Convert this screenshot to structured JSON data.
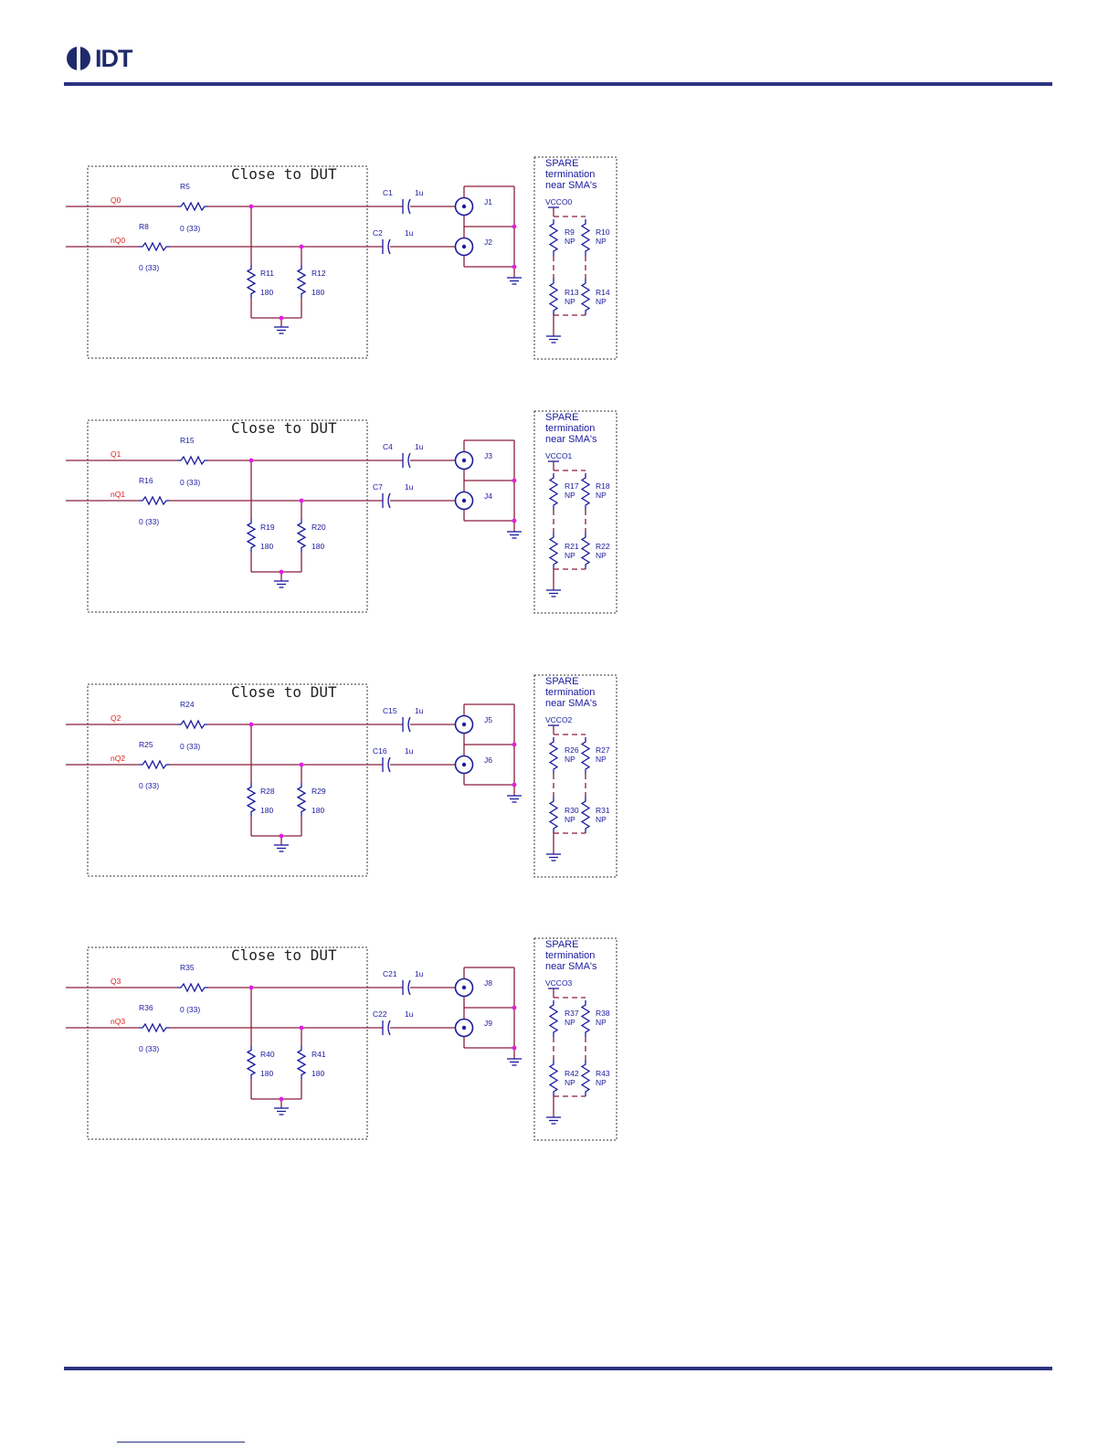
{
  "header": {
    "logo_text": "IDT"
  },
  "close_label": "Close to DUT",
  "spare_lines": [
    "SPARE",
    "termination",
    "near SMA's"
  ],
  "blocks": [
    {
      "q": "Q0",
      "nq": "nQ0",
      "r_top": "R5",
      "r_top_val": "0 (33)",
      "r_bot": "R8",
      "r_bot_val": "0 (33)",
      "r_sh1": "R11",
      "r_sh1_val": "180",
      "r_sh2": "R12",
      "r_sh2_val": "180",
      "c_top": "C1",
      "c_top_val": "1u",
      "c_bot": "C2",
      "c_bot_val": "1u",
      "j_top": "J1",
      "j_bot": "J2",
      "vcc": "VCCO0",
      "sp_r1": "R9",
      "sp_r2": "R10",
      "sp_r3": "R13",
      "sp_r4": "R14",
      "np": "NP"
    },
    {
      "q": "Q1",
      "nq": "nQ1",
      "r_top": "R15",
      "r_top_val": "0 (33)",
      "r_bot": "R16",
      "r_bot_val": "0 (33)",
      "r_sh1": "R19",
      "r_sh1_val": "180",
      "r_sh2": "R20",
      "r_sh2_val": "180",
      "c_top": "C4",
      "c_top_val": "1u",
      "c_bot": "C7",
      "c_bot_val": "1u",
      "j_top": "J3",
      "j_bot": "J4",
      "vcc": "VCCO1",
      "sp_r1": "R17",
      "sp_r2": "R18",
      "sp_r3": "R21",
      "sp_r4": "R22",
      "np": "NP"
    },
    {
      "q": "Q2",
      "nq": "nQ2",
      "r_top": "R24",
      "r_top_val": "0 (33)",
      "r_bot": "R25",
      "r_bot_val": "0 (33)",
      "r_sh1": "R28",
      "r_sh1_val": "180",
      "r_sh2": "R29",
      "r_sh2_val": "180",
      "c_top": "C15",
      "c_top_val": "1u",
      "c_bot": "C16",
      "c_bot_val": "1u",
      "j_top": "J5",
      "j_bot": "J6",
      "vcc": "VCCO2",
      "sp_r1": "R26",
      "sp_r2": "R27",
      "sp_r3": "R30",
      "sp_r4": "R31",
      "np": "NP"
    },
    {
      "q": "Q3",
      "nq": "nQ3",
      "r_top": "R35",
      "r_top_val": "0 (33)",
      "r_bot": "R36",
      "r_bot_val": "0 (33)",
      "r_sh1": "R40",
      "r_sh1_val": "180",
      "r_sh2": "R41",
      "r_sh2_val": "180",
      "c_top": "C21",
      "c_top_val": "1u",
      "c_bot": "C22",
      "c_bot_val": "1u",
      "j_top": "J8",
      "j_bot": "J9",
      "vcc": "VCCO3",
      "sp_r1": "R37",
      "sp_r2": "R38",
      "sp_r3": "R42",
      "sp_r4": "R43",
      "np": "NP"
    }
  ],
  "colors": {
    "wire": "#8a1f3a",
    "component": "#1a1aa0",
    "junction": "#e020e0",
    "net_label": "#e02020",
    "rule": "#2b3281"
  }
}
